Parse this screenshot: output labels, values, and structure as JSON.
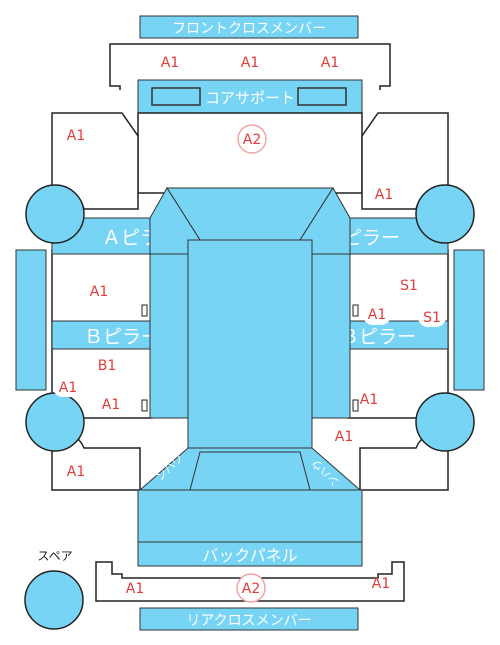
{
  "colors": {
    "panel_fill": "#77d4f4",
    "panel_stroke": "#333333",
    "outline": "#222222",
    "code_red": "#e53a3a",
    "code_circle": "#f3a3a3"
  },
  "parts": {
    "front_cross_member": "フロントクロスメンバー",
    "radiator_support": "コアサポート",
    "a_pillar_left": "Ａピラー",
    "a_pillar_right": "Ａピラー",
    "b_pillar_left": "Ｂピラー",
    "b_pillar_right": "Ｂピラー",
    "back_panel": "バックパネル",
    "rear_cross_member": "リアクロスメンバー",
    "rear_inner_left": "ンハウ",
    "rear_inner_right": "ンハウ",
    "spare": "スペア"
  },
  "damage": {
    "front_a1_1": "A1",
    "front_a1_2": "A1",
    "front_a1_3": "A1",
    "hood_a2": "A2",
    "fender_left_a1": "A1",
    "fender_right_a1": "A1",
    "front_door_left_a1": "A1",
    "front_door_right_s1": "S1",
    "front_door_right_a1": "A1",
    "front_door_right_s1b": "S1",
    "rear_door_left_b1": "B1",
    "rear_door_left_a1_wheel": "A1",
    "rear_door_left_a1": "A1",
    "rear_door_right_a1": "A1",
    "quarter_right_a1": "A1",
    "quarter_left_a1": "A1",
    "rear_a1_left": "A1",
    "rear_a2": "A2",
    "rear_a1_right": "A1"
  }
}
